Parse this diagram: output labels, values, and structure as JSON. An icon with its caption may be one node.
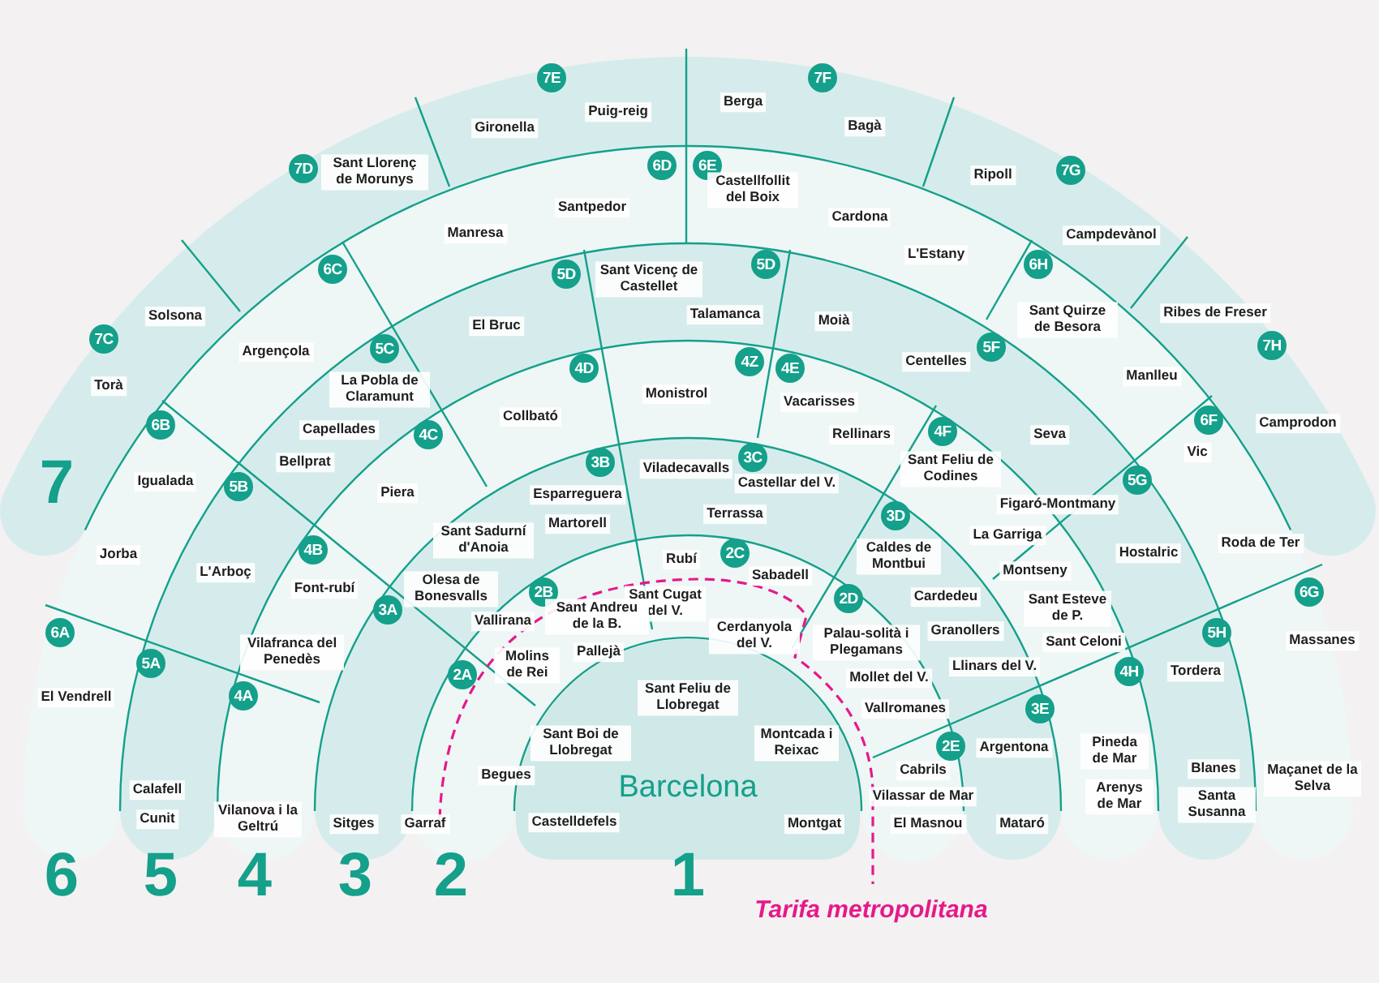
{
  "diagram": {
    "nodes": [
      {
        "text": [
          "7E"
        ]
      },
      {
        "text": [
          "7F"
        ]
      },
      {
        "text": [
          "7D"
        ]
      },
      {
        "text": [
          "6D"
        ]
      },
      {
        "text": [
          "6E"
        ]
      },
      {
        "text": [
          "7G"
        ]
      },
      {
        "text": [
          "6C"
        ]
      },
      {
        "text": [
          "5D"
        ]
      },
      {
        "text": [
          "5D"
        ]
      },
      {
        "text": [
          "6H"
        ]
      },
      {
        "text": [
          "7C"
        ]
      },
      {
        "text": [
          "7H"
        ]
      },
      {
        "text": [
          "5F"
        ]
      },
      {
        "text": [
          "5C"
        ]
      },
      {
        "text": [
          "4Z"
        ]
      },
      {
        "text": [
          "4E"
        ]
      },
      {
        "text": [
          "4D"
        ]
      },
      {
        "text": [
          "6F"
        ]
      },
      {
        "text": [
          "6B"
        ]
      },
      {
        "text": [
          "4F"
        ]
      },
      {
        "text": [
          "4C"
        ]
      },
      {
        "text": [
          "3C"
        ]
      },
      {
        "text": [
          "3B"
        ]
      },
      {
        "text": [
          "5G"
        ]
      },
      {
        "text": [
          "5B"
        ]
      },
      {
        "text": [
          "3D"
        ]
      },
      {
        "text": [
          "4B"
        ]
      },
      {
        "text": [
          "2C"
        ]
      },
      {
        "text": [
          "2B"
        ]
      },
      {
        "text": [
          "2D"
        ]
      },
      {
        "text": [
          "6G"
        ]
      },
      {
        "text": [
          "3A"
        ]
      },
      {
        "text": [
          "6A"
        ]
      },
      {
        "text": [
          "5H"
        ]
      },
      {
        "text": [
          "5A"
        ]
      },
      {
        "text": [
          "2A"
        ]
      },
      {
        "text": [
          "4H"
        ]
      },
      {
        "text": [
          "4A"
        ]
      },
      {
        "text": [
          "3E"
        ]
      },
      {
        "text": [
          "2E"
        ]
      }
    ],
    "labels": [
      "Gironella",
      "Puig-reig",
      "Berga",
      "Bagà",
      "Sant Llorenç de Morunys",
      "Ripoll",
      "Castellfollit del Boix",
      "Santpedor",
      "Cardona",
      "Manresa",
      "Campdevànol",
      "L'Estany",
      "Sant Vicenç de Castellet",
      "Ribes de Freser",
      "Talamanca",
      "Solsona",
      "Moià",
      "Sant Quirze de Besora",
      "El Bruc",
      "Argençola",
      "Centelles",
      "Manlleu",
      "Torà",
      "La Pobla de Claramunt",
      "Monistrol",
      "Vacarisses",
      "Collbató",
      "Camprodon",
      "Capellades",
      "Rellinars",
      "Seva",
      "Vic",
      "Bellprat",
      "Sant Feliu de Codines",
      "Viladecavalls",
      "Igualada",
      "Castellar del V.",
      "Piera",
      "Esparreguera",
      "Figaró-Montmany",
      "Terrassa",
      "Martorell",
      "La Garriga",
      "Sant Sadurní d'Anoia",
      "Roda de Ter",
      "Hostalric",
      "Jorba",
      "Caldes de Montbui",
      "Rubí",
      "Montseny",
      "L'Arboç",
      "Sabadell",
      "Font-rubí",
      "Olesa de Bonesvalls",
      "Cardedeu",
      "Sant Cugat del V.",
      "Sant Esteve de P.",
      "Sant Andreu de la B.",
      "Vallirana",
      "Granollers",
      "Cerdanyola del V.",
      "Palau-solità i Plegamans",
      "Massanes",
      "Sant Celoni",
      "Vilafranca del Penedès",
      "Pallejà",
      "Molins de Rei",
      "Llinars del V.",
      "Tordera",
      "Mollet del V.",
      "El Vendrell",
      "Sant Feliu de Llobregat",
      "Vallromanes",
      "Sant Boi de Llobregat",
      "Montcada i Reixac",
      "Argentona",
      "Pineda de Mar",
      "Begues",
      "Cabrils",
      "Blanes",
      "Maçanet de la Selva",
      "Barcelona",
      "Vilassar de Mar",
      "Arenys de Mar",
      "Calafell",
      "Santa Susanna",
      "Cunit",
      "Vilanova i la Geltrú",
      "Sitges",
      "Garraf",
      "Castelldefels",
      "Montgat",
      "El Masnou",
      "Mataró",
      "7",
      "6",
      "5",
      "4",
      "3",
      "2",
      "1",
      "Tarifa metropolitana"
    ]
  }
}
